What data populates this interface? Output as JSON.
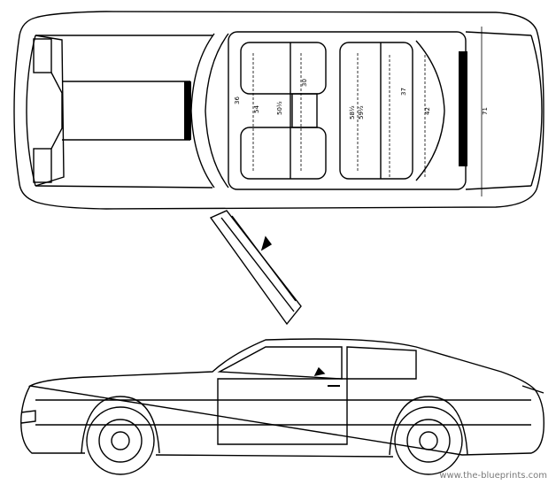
{
  "dimensions": {
    "front_legroom": "42",
    "front_headroom": "37",
    "front_shoulder": "58½",
    "front_hip": "59½",
    "rear_shoulder": "54",
    "rear_hip": "50½",
    "rear_headroom": "36",
    "rear_legroom": "30",
    "overall_width": "71"
  },
  "watermark": "www.the-blueprints.com",
  "colors": {
    "line": "#000000",
    "watermark": "#7a7a7a"
  }
}
